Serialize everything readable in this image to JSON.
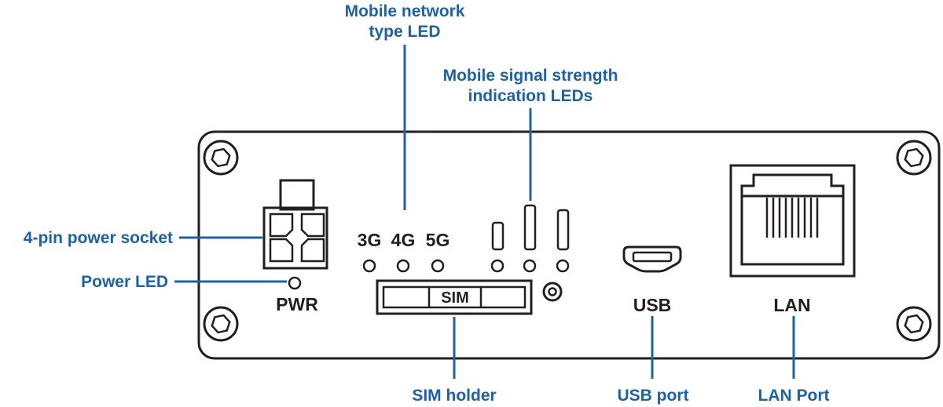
{
  "diagram": {
    "title": "Router front panel connector diagram",
    "colors": {
      "accent_blue": "#1b62ab",
      "outline_dark": "#231f20",
      "background": "#ffffff"
    },
    "panel_labels": {
      "pwr": "PWR",
      "net_3g": "3G",
      "net_4g": "4G",
      "net_5g": "5G",
      "sim": "SIM",
      "usb": "USB",
      "lan": "LAN"
    },
    "callouts": {
      "mobile_network_type_led": "Mobile network\ntype LED",
      "mobile_signal_strength": "Mobile signal strength\nindication LEDs",
      "power_socket": "4-pin power socket",
      "power_led": "Power LED",
      "sim_holder": "SIM holder",
      "usb_port": "USB port",
      "lan_port": "LAN Port"
    }
  }
}
